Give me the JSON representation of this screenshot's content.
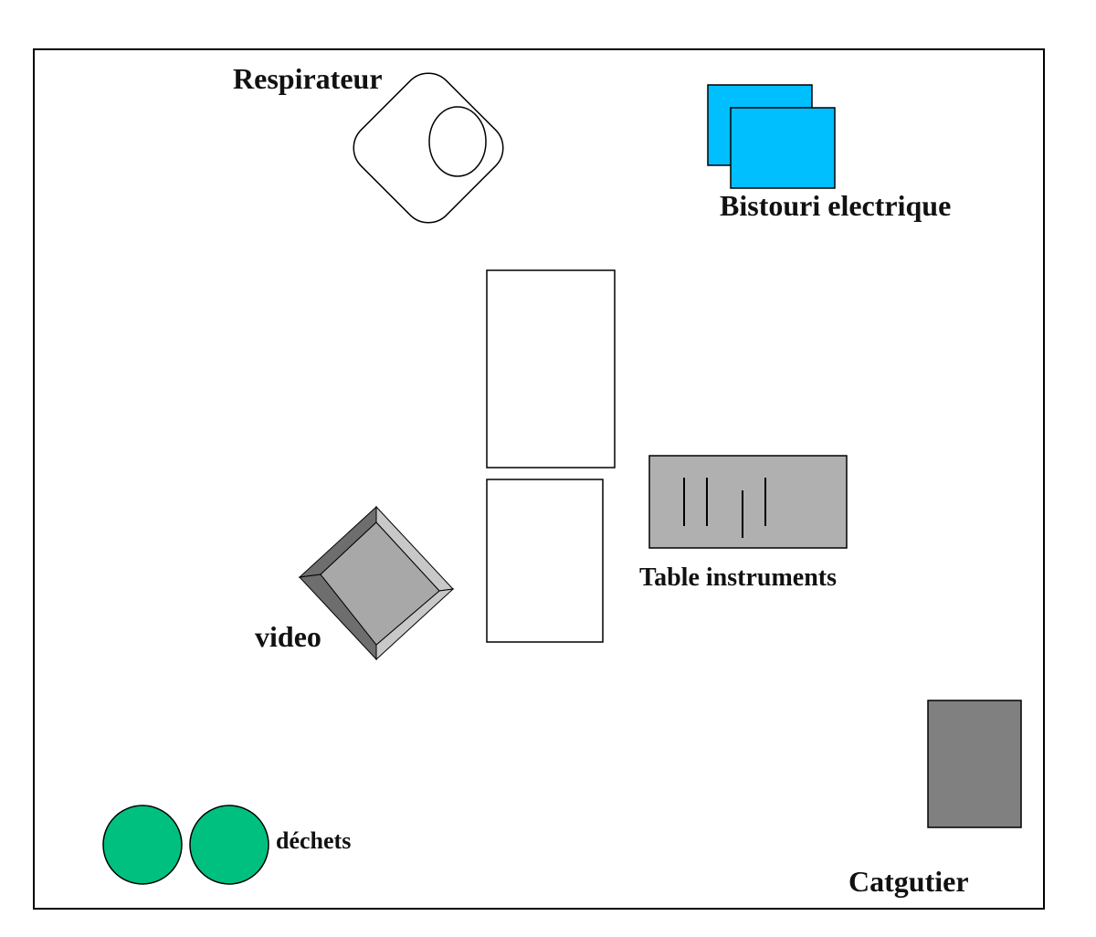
{
  "labels": {
    "respirateur": "Respirateur",
    "bistouri": "Bistouri electrique",
    "table_instruments": "Table instruments",
    "video": "video",
    "dechets": "déchets",
    "catgutier": "Catgutier"
  },
  "colors": {
    "bistouri_fill": "#00BFFF",
    "table_instruments_fill": "#B0B0B0",
    "catgutier_fill": "#808080",
    "dechets_fill": "#00C080",
    "video_face": "#A8A8A8",
    "video_frame_light": "#C8C8C8",
    "video_frame_dark": "#6E6E6E",
    "outline": "#000000"
  }
}
